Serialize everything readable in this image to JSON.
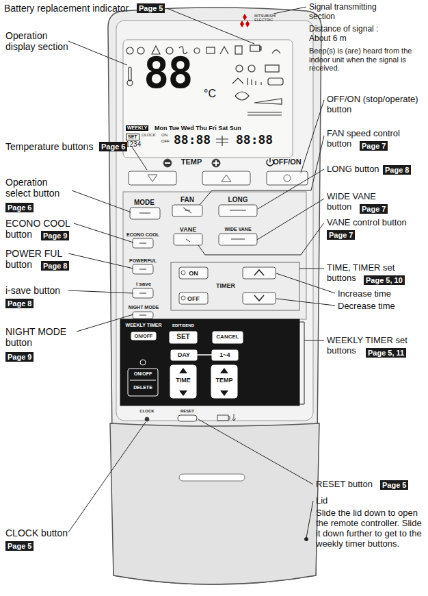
{
  "diagram": {
    "labels": [
      "Battery replacement indicator",
      "Page 5",
      "Operation display section",
      "Temperature buttons",
      "Page 6",
      "Operation select button",
      "Page 6",
      "ECONO COOL button",
      "Page 9",
      "POWER FUL button",
      "Page 8",
      "i-save button",
      "Page 8",
      "NIGHT MODE button",
      "Page 9",
      "CLOCK button",
      "Page 5",
      "Signal transmitting section",
      "Distance of signal : About 6 m",
      "Beep(s) is (are) heard from the indoor unit when the signal is received.",
      "OFF/ON (stop/operate) button",
      "FAN speed control button",
      "Page 7",
      "LONG button",
      "Page 8",
      "WIDE VANE button",
      "Page 7",
      "VANE control button",
      "Page 7",
      "TIME, TIMER set buttons",
      "Page 5, 10",
      "Increase time",
      "Decrease time",
      "WEEKLY TIMER set buttons",
      "Page 5, 11",
      "RESET button",
      "Page 5",
      "Lid",
      "Slide the lid down to open the remote controller. Slide it down further to get to the weekly timer buttons.",
      "MITSUBISHI ELECTRIC",
      "88",
      "°C",
      "WEEKLY",
      "Mon Tue Wed Thu Fri Sat Sun",
      "SET",
      "CLOCK",
      "ON",
      "OFF",
      "1234",
      "88:88",
      "88:88",
      "TEMP",
      "OFF/ON",
      "MODE",
      "FAN",
      "LONG",
      "ECONO COOL",
      "POWERFUL",
      "VANE",
      "WIDE VANE",
      "i save",
      "NIGHT MODE",
      "ON",
      "TIMER",
      "OFF",
      "WEEKLY TIMER",
      "ON/OFF",
      "EDIT/SEND",
      "SET",
      "CANCEL",
      "DAY",
      "1~4",
      "ON/OFF",
      "DELETE",
      "TIME",
      "TEMP",
      "CLOCK",
      "RESET"
    ]
  }
}
